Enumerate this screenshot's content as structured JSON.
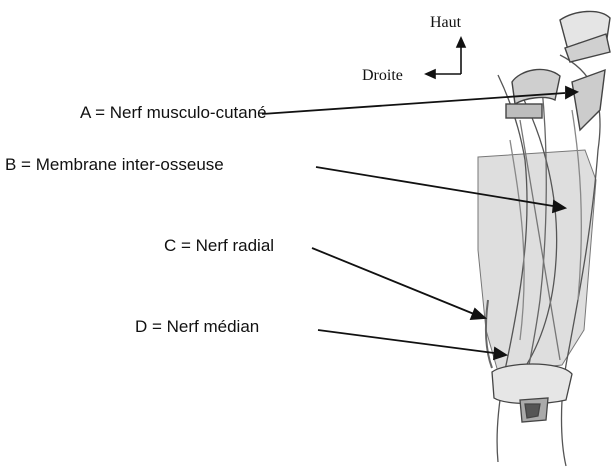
{
  "orientation": {
    "up_label": "Haut",
    "left_label": "Droite"
  },
  "labels": [
    {
      "id": "A",
      "text": "A = Nerf musculo-cutané"
    },
    {
      "id": "B",
      "text": "B = Membrane inter-osseuse"
    },
    {
      "id": "C",
      "text": "C = Nerf radial"
    },
    {
      "id": "D",
      "text": "D = Nerf médian"
    }
  ],
  "colors": {
    "ink": "#111111",
    "sketch": "#555555",
    "membrane_fill": "#d9d9d9",
    "bone_fill": "#cfcfcf"
  }
}
